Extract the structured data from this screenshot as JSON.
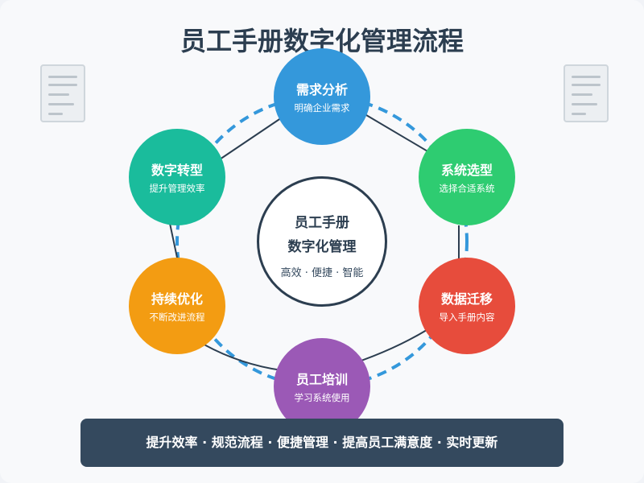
{
  "title": "员工手册数字化管理流程",
  "center": {
    "line1": "员工手册",
    "line2": "数字化管理",
    "tagline": "高效 · 便捷 · 智能"
  },
  "steps": [
    {
      "title": "需求分析",
      "subtitle": "明确企业需求",
      "color": "#3498db"
    },
    {
      "title": "系统选型",
      "subtitle": "选择合适系统",
      "color": "#2ecc71"
    },
    {
      "title": "数据迁移",
      "subtitle": "导入手册内容",
      "color": "#e74c3c"
    },
    {
      "title": "员工培训",
      "subtitle": "学习系统使用",
      "color": "#9b59b6"
    },
    {
      "title": "持续优化",
      "subtitle": "不断改进流程",
      "color": "#f39c12"
    },
    {
      "title": "数字转型",
      "subtitle": "提升管理效率",
      "color": "#1abc9c"
    }
  ],
  "footer": "提升效率 · 规范流程 · 便捷管理 · 提高员工满意度 · 实时更新",
  "colors": {
    "title": "#2c3e50",
    "ring": "#3498db",
    "arrow": "#2c3e50",
    "banner": "#34495e"
  },
  "icons": [
    "document-icon",
    "document-icon"
  ]
}
